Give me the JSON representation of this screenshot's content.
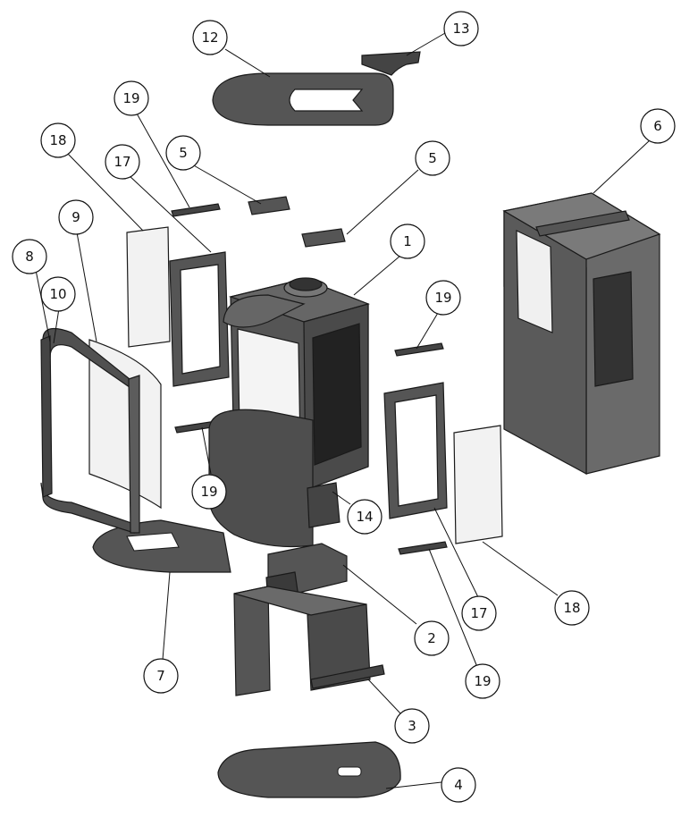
{
  "diagram": {
    "colors": {
      "metal_dark": "#3c3c3c",
      "metal_mid": "#5e5e5e",
      "metal_light": "#8a8a8a",
      "glass": "#f2f2f2",
      "line": "#1a1a1a"
    },
    "callouts": [
      {
        "id": "c1",
        "label": "1"
      },
      {
        "id": "c2",
        "label": "2"
      },
      {
        "id": "c3",
        "label": "3"
      },
      {
        "id": "c4",
        "label": "4"
      },
      {
        "id": "c5a",
        "label": "5"
      },
      {
        "id": "c5b",
        "label": "5"
      },
      {
        "id": "c6",
        "label": "6"
      },
      {
        "id": "c7",
        "label": "7"
      },
      {
        "id": "c8",
        "label": "8"
      },
      {
        "id": "c9",
        "label": "9"
      },
      {
        "id": "c10",
        "label": "10"
      },
      {
        "id": "c12",
        "label": "12"
      },
      {
        "id": "c13",
        "label": "13"
      },
      {
        "id": "c14",
        "label": "14"
      },
      {
        "id": "c17a",
        "label": "17"
      },
      {
        "id": "c17b",
        "label": "17"
      },
      {
        "id": "c18a",
        "label": "18"
      },
      {
        "id": "c18b",
        "label": "18"
      },
      {
        "id": "c19a",
        "label": "19"
      },
      {
        "id": "c19b",
        "label": "19"
      },
      {
        "id": "c19c",
        "label": "19"
      },
      {
        "id": "c19d",
        "label": "19"
      }
    ]
  }
}
